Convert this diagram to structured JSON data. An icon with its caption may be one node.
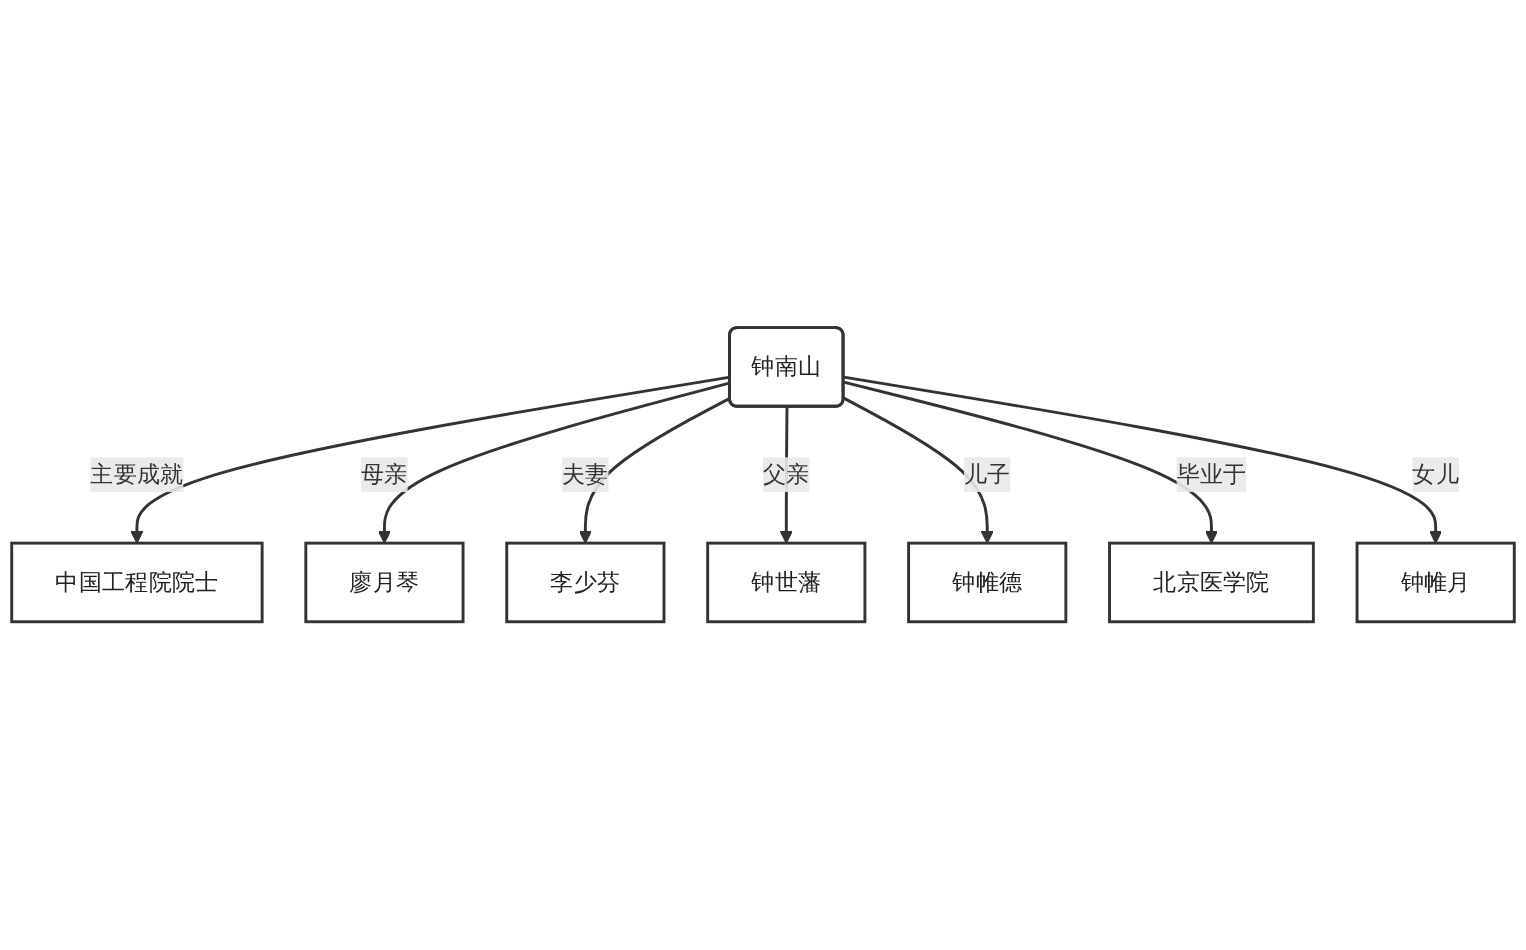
{
  "diagram": {
    "nodes": [
      {
        "text": [
          "中国工程院院士"
        ]
      },
      {
        "text": [
          "廖月琴"
        ]
      },
      {
        "text": [
          "李少芬"
        ]
      },
      {
        "text": [
          "钟南山"
        ]
      },
      {
        "text": [
          "钟世藩"
        ]
      },
      {
        "text": [
          "钟帷德"
        ]
      },
      {
        "text": [
          "钟帷月"
        ]
      },
      {
        "text": [
          "北京医学院"
        ]
      }
    ],
    "edges": [
      {
        "from": 3,
        "to": 0,
        "arrow": "to",
        "label": "主要成就"
      },
      {
        "from": 3,
        "to": 1,
        "arrow": "to",
        "label": "母亲"
      },
      {
        "from": 3,
        "to": 2,
        "arrow": "to",
        "label": "夫妻"
      },
      {
        "from": 3,
        "to": 4,
        "arrow": "to",
        "label": "父亲"
      },
      {
        "from": 3,
        "to": 5,
        "arrow": "to",
        "label": "儿子"
      },
      {
        "from": 3,
        "to": 7,
        "arrow": "to",
        "label": "毕业于"
      },
      {
        "from": 3,
        "to": 6,
        "arrow": "to",
        "label": "女儿"
      }
    ]
  }
}
